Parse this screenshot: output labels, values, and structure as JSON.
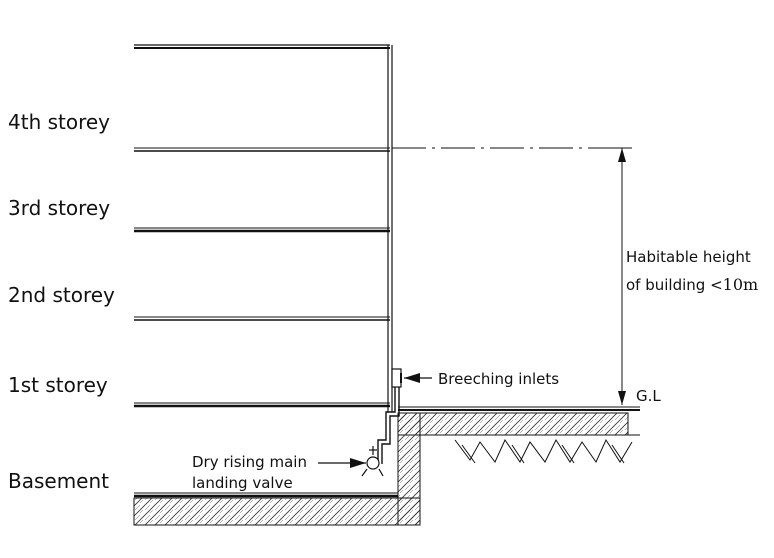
{
  "storeys": [
    {
      "label": "4th storey"
    },
    {
      "label": "3rd storey"
    },
    {
      "label": "2nd storey"
    },
    {
      "label": "1st storey"
    },
    {
      "label": "Basement"
    }
  ],
  "annotations": {
    "habitable_line1": "Habitable height",
    "habitable_line2": "of building <",
    "habitable_value": "10m",
    "breeching": "Breeching inlets",
    "ground_level": "G.L",
    "dry_riser_line1": "Dry rising main",
    "dry_riser_line2": "landing valve"
  },
  "colors": {
    "line": "#111111",
    "background": "#ffffff"
  }
}
